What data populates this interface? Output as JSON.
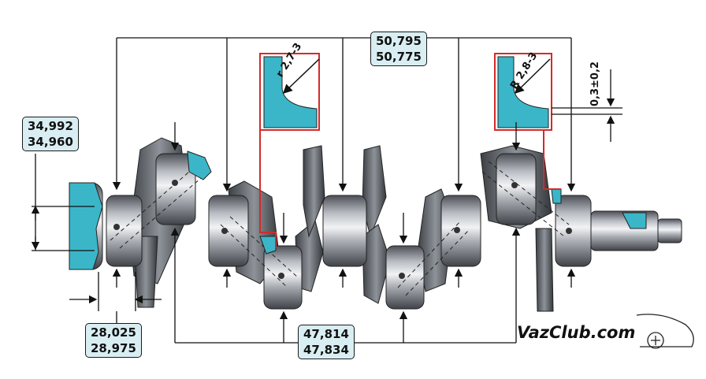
{
  "dimensions": {
    "main_journal": [
      "50,795",
      "50,775"
    ],
    "crankpin": [
      "47,814",
      "47,834"
    ],
    "front_end": [
      "34,992",
      "34,960"
    ],
    "width": [
      "28,025",
      "28,975"
    ],
    "fillet_crankpin": "r 2,7-3",
    "fillet_main": "R 2,8-3",
    "axial": "0,3±0,2"
  },
  "watermark": "VazClub.com",
  "colors": {
    "highlight": "#3bb6c8",
    "section_outline": "#d42a2a",
    "steel": "#8d9299",
    "box_fill": "#d9eef2"
  }
}
